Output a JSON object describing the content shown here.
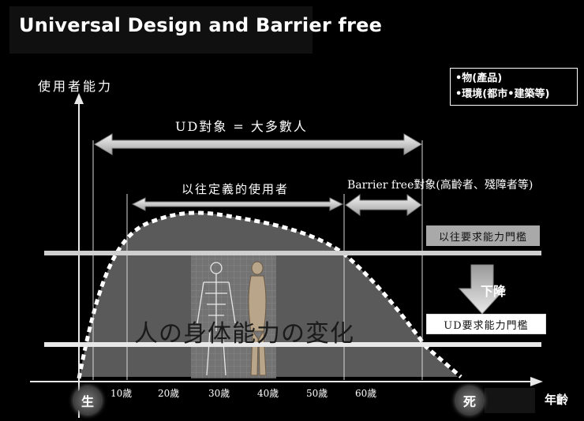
{
  "title": "Universal Design and Barrier free",
  "legend": {
    "line1": "•物(產品)",
    "line2": "•環境(都市•建築等)"
  },
  "y_axis_label": "使用者能力",
  "x_axis_label": "年齡",
  "ud_target_label": "UD對象 = 大多數人",
  "past_users_label": "以往定義的使用者",
  "barrier_free_label": "Barrier free對象(高齡者、殘障者等)",
  "past_threshold_label": "以往要求能力門檻",
  "ud_threshold_label": "UD要求能力門檻",
  "decline_label": "下降",
  "body_caption": "人の身体能力の変化",
  "birth_label": "生",
  "death_label": "死",
  "ages": [
    "10歲",
    "20歲",
    "30歲",
    "40歲",
    "50歲",
    "60歲"
  ],
  "colors": {
    "background": "#000000",
    "curve_fill": "#5a5a5a",
    "curve_dash": "#ffffff",
    "arrow": "#d0d0d0",
    "threshold_line": "#cfcfcf"
  }
}
